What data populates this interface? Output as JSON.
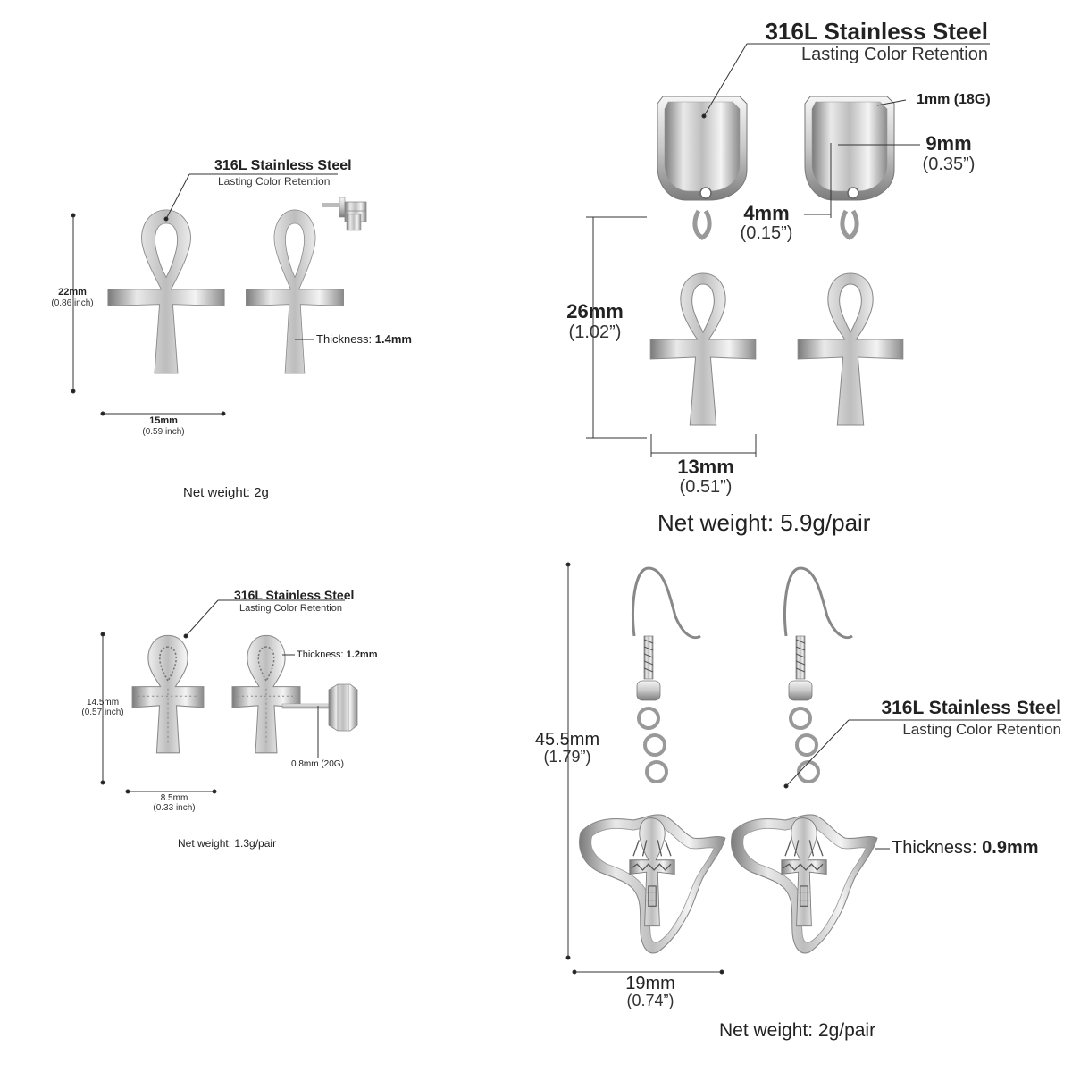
{
  "material": {
    "steel": "316L Stainless Steel",
    "retention": "Lasting Color Retention"
  },
  "products": [
    {
      "name": "ankh-stud-plain",
      "height_mm": "22mm",
      "height_in": "(0.86 inch)",
      "width_mm": "15mm",
      "width_in": "(0.59 inch)",
      "thickness_label": "Thickness: ",
      "thickness_value": "1.4mm",
      "net_weight": "Net weight: 2g"
    },
    {
      "name": "ankh-huggie-dangle",
      "gauge": "1mm (18G)",
      "hoop_mm": "9mm",
      "hoop_in": "(0.35”)",
      "hoop_width_mm": "4mm",
      "hoop_width_in": "(0.15”)",
      "height_mm": "26mm",
      "height_in": "(1.02”)",
      "width_mm": "13mm",
      "width_in": "(0.51”)",
      "net_weight": "Net weight: 5.9g/pair"
    },
    {
      "name": "ankh-stud-textured",
      "thickness_label": "Thickness: ",
      "thickness_value": "1.2mm",
      "post": "0.8mm (20G)",
      "height_mm": "14.5mm",
      "height_in": "(0.57 inch)",
      "width_mm": "8.5mm",
      "width_in": "(0.33 inch)",
      "net_weight": "Net weight: 1.3g/pair"
    },
    {
      "name": "africa-ankh-dangle",
      "height_mm": "45.5mm",
      "height_in": "(1.79”)",
      "thickness_label": "Thickness: ",
      "thickness_value": "0.9mm",
      "width_mm": "19mm",
      "width_in": "(0.74”)",
      "net_weight": "Net weight: 2g/pair"
    }
  ],
  "colors": {
    "metal_light": "#f2f2f2",
    "metal_mid": "#c4c4c4",
    "metal_dark": "#6e6e6e",
    "line": "#333333",
    "text": "#222222"
  }
}
